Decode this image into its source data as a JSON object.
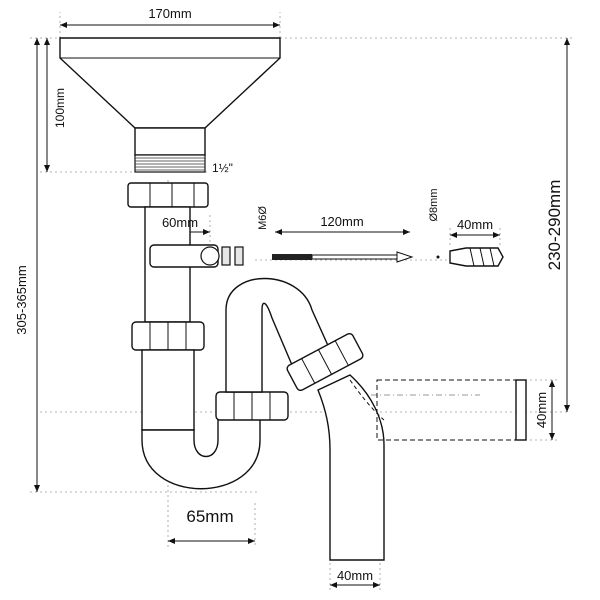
{
  "labels": {
    "funnel_width": "170mm",
    "funnel_height": "100mm",
    "thread": "1½\"",
    "bracket_width": "60mm",
    "bolt_size": "M6Ø",
    "bolt_length": "120mm",
    "plug_diameter": "Ø8mm",
    "plug_length": "40mm",
    "total_height": "305-365mm",
    "outlet_height": "230-290mm",
    "outlet_diameter": "40mm",
    "trap_offset": "65mm",
    "bottom_pipe": "40mm"
  }
}
